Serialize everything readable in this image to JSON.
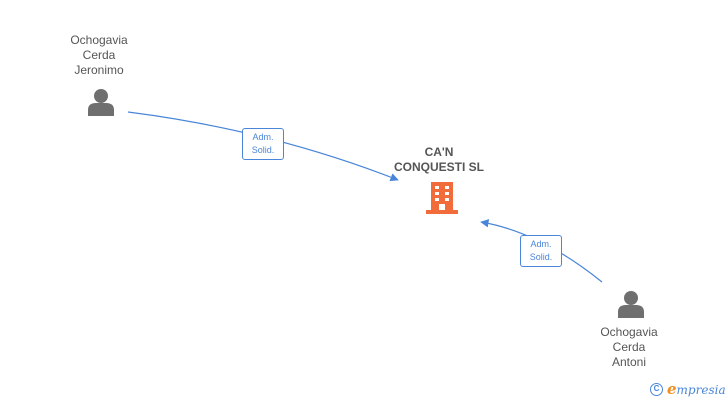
{
  "nodes": {
    "person_top": {
      "name_lines": [
        "Ochogavia",
        "Cerda",
        "Jeronimo"
      ]
    },
    "company": {
      "name_lines": [
        "CA'N",
        "CONQUESTI SL"
      ]
    },
    "person_bottom": {
      "name_lines": [
        "Ochogavia",
        "Cerda",
        "Antoni"
      ]
    }
  },
  "edges": {
    "top_to_company": {
      "label_lines": [
        "Adm.",
        "Solid."
      ]
    },
    "bottom_to_company": {
      "label_lines": [
        "Adm.",
        "Solid."
      ]
    }
  },
  "watermark": {
    "copyright_symbol": "C",
    "brand_initial": "e",
    "brand_rest": "mpresia"
  },
  "colors": {
    "person_icon": "#6f6f6f",
    "company_icon": "#f26b3a",
    "edge": "#4a86d8"
  }
}
